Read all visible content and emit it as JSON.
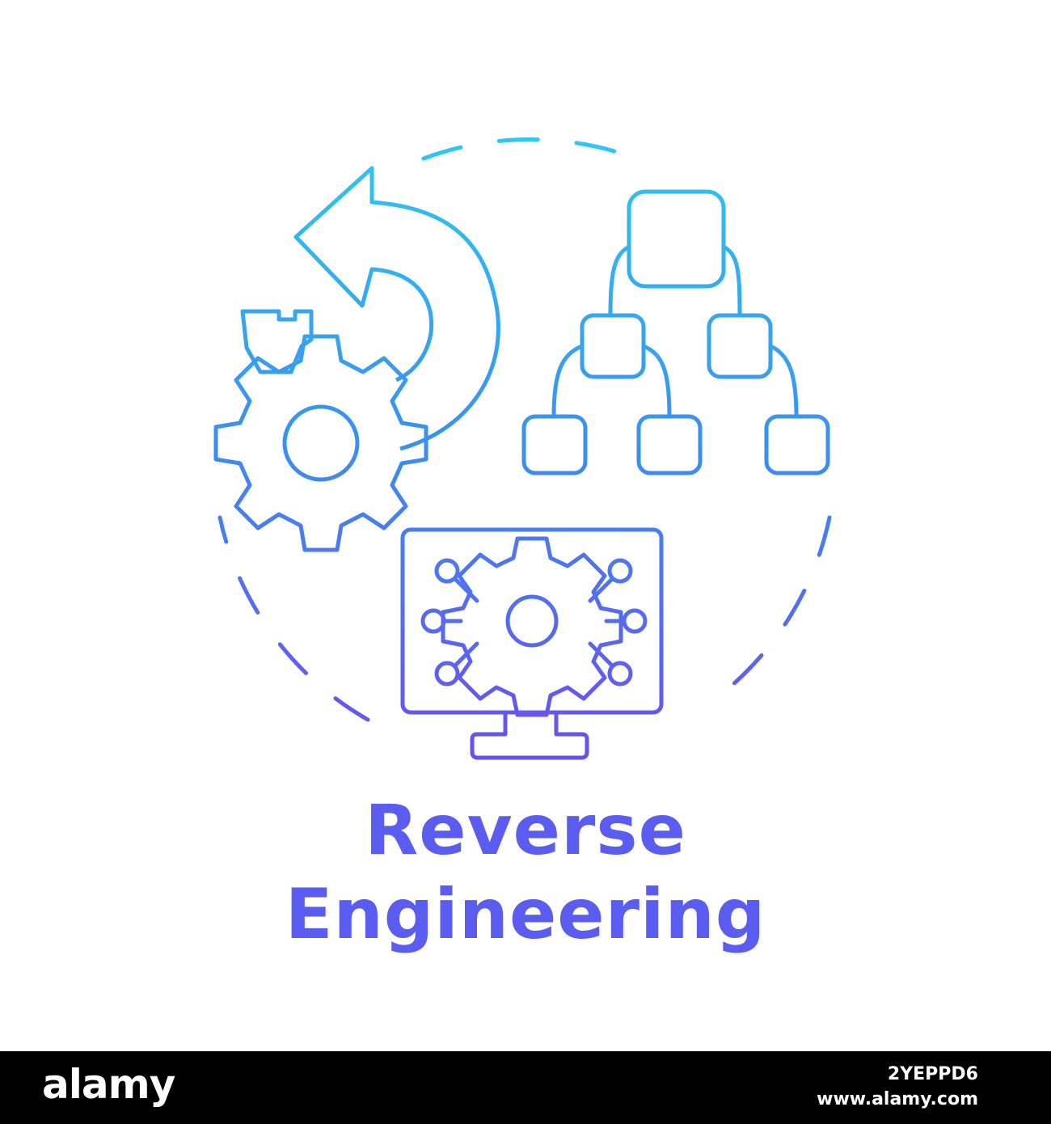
{
  "title": {
    "line1": "Reverse",
    "line2": "Engineering"
  },
  "footer": {
    "brand": "alamy",
    "image_id": "2YEPPD6",
    "site": "www.alamy.com"
  },
  "colors": {
    "gradient_top": "#2ec8f2",
    "gradient_mid": "#3b8ff0",
    "gradient_bottom": "#6a4ff0",
    "footer_background": "#000000",
    "footer_text": "#ffffff"
  },
  "icons": [
    "reverse-arrow-icon",
    "gear-icon",
    "hierarchy-tree-icon",
    "computer-monitor-icon",
    "network-gear-icon"
  ]
}
